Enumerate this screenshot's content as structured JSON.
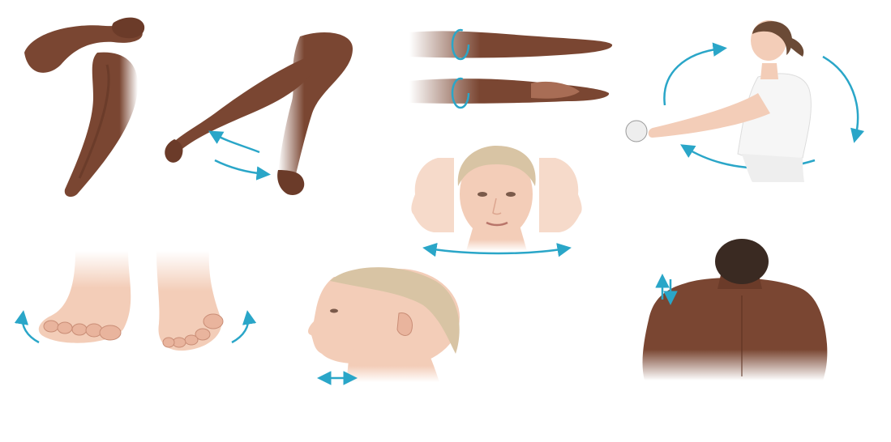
{
  "colors": {
    "background": "#ffffff",
    "arrow": "#2aa6c8",
    "skin_dark": "#7a4632",
    "skin_dark_shade": "#5b3121",
    "skin_light": "#f3cdb8",
    "skin_light_shade": "#dca58f",
    "hair_blonde": "#d8c4a4",
    "hair_dark": "#3a2a22",
    "shirt": "#f6f6f6",
    "ball": "#eeeeee"
  },
  "panels": [
    {
      "id": "elbow-flexion",
      "subject": "bent-arm",
      "motion": "none"
    },
    {
      "id": "shoulder-swing",
      "subject": "extended-arm",
      "motion": "double-curved-arrows"
    },
    {
      "id": "forearm-rotation",
      "subject": "forearm-palm",
      "motion": "circular-arrows"
    },
    {
      "id": "arm-circles",
      "subject": "woman-holding-ball",
      "motion": "large-circular-arrows"
    },
    {
      "id": "head-rotation",
      "subject": "face-turning",
      "motion": "horizontal-curved-arrow"
    },
    {
      "id": "toe-curls",
      "subject": "feet",
      "motion": "curved-arrows"
    },
    {
      "id": "chin-tuck",
      "subject": "head-profile",
      "motion": "horizontal-double-arrow"
    },
    {
      "id": "shoulder-shrug",
      "subject": "back-of-man",
      "motion": "vertical-double-arrow"
    }
  ],
  "icons": [
    "arrow-icon"
  ]
}
